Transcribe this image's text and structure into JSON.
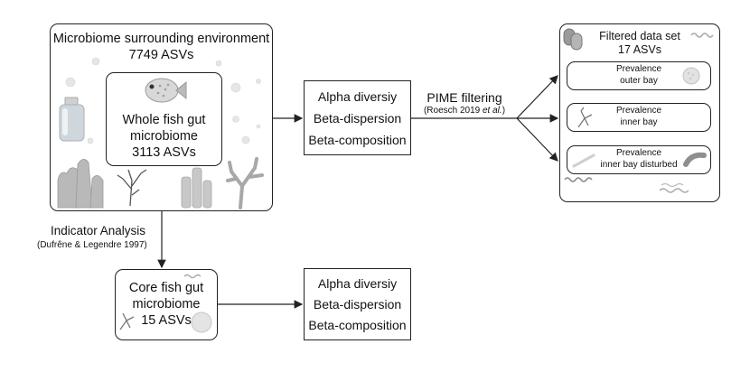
{
  "environment": {
    "title": "Microbiome surrounding environment",
    "count": "7749 ASVs"
  },
  "whole_gut": {
    "line1": "Whole fish gut",
    "line2": "microbiome",
    "count": "3113 ASVs"
  },
  "analysis_upper": {
    "alpha": "Alpha diversiy",
    "beta_disp": "Beta-dispersion",
    "beta_comp": "Beta-composition"
  },
  "pime": {
    "label": "PIME filtering",
    "citation_prefix": "(Roesch 2019 ",
    "citation_italic": "et al.",
    "citation_suffix": ")"
  },
  "filtered": {
    "title": "Filtered data set",
    "count": "17 ASVs",
    "items": [
      {
        "line1": "Prevalence",
        "line2": "outer bay"
      },
      {
        "line1": "Prevalence",
        "line2": "inner bay"
      },
      {
        "line1": "Prevalence",
        "line2": "inner bay disturbed"
      }
    ]
  },
  "indicator": {
    "label": "Indicator Analysis",
    "citation": "(Dufrêne & Legendre 1997)"
  },
  "core": {
    "line1": "Core fish gut",
    "line2": "microbiome",
    "count": "15 ASVs"
  },
  "analysis_lower": {
    "alpha": "Alpha diversiy",
    "beta_disp": "Beta-dispersion",
    "beta_comp": "Beta-composition"
  }
}
